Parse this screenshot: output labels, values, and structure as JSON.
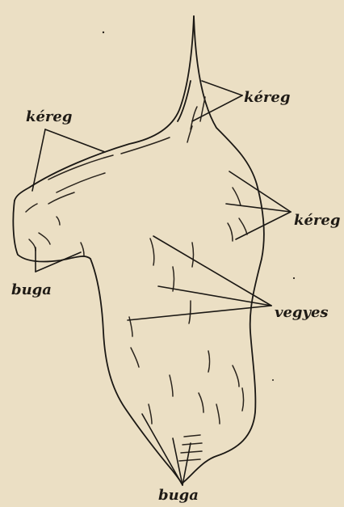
{
  "diagram": {
    "background_color": "#e9dcc0",
    "ink_color": "#1b1814",
    "labels": {
      "kereg_top": "kéreg",
      "kereg_left": "kéreg",
      "kereg_right": "kéreg",
      "buga_left": "buga",
      "vegyes": "vegyes",
      "buga_bottom": "buga"
    }
  }
}
